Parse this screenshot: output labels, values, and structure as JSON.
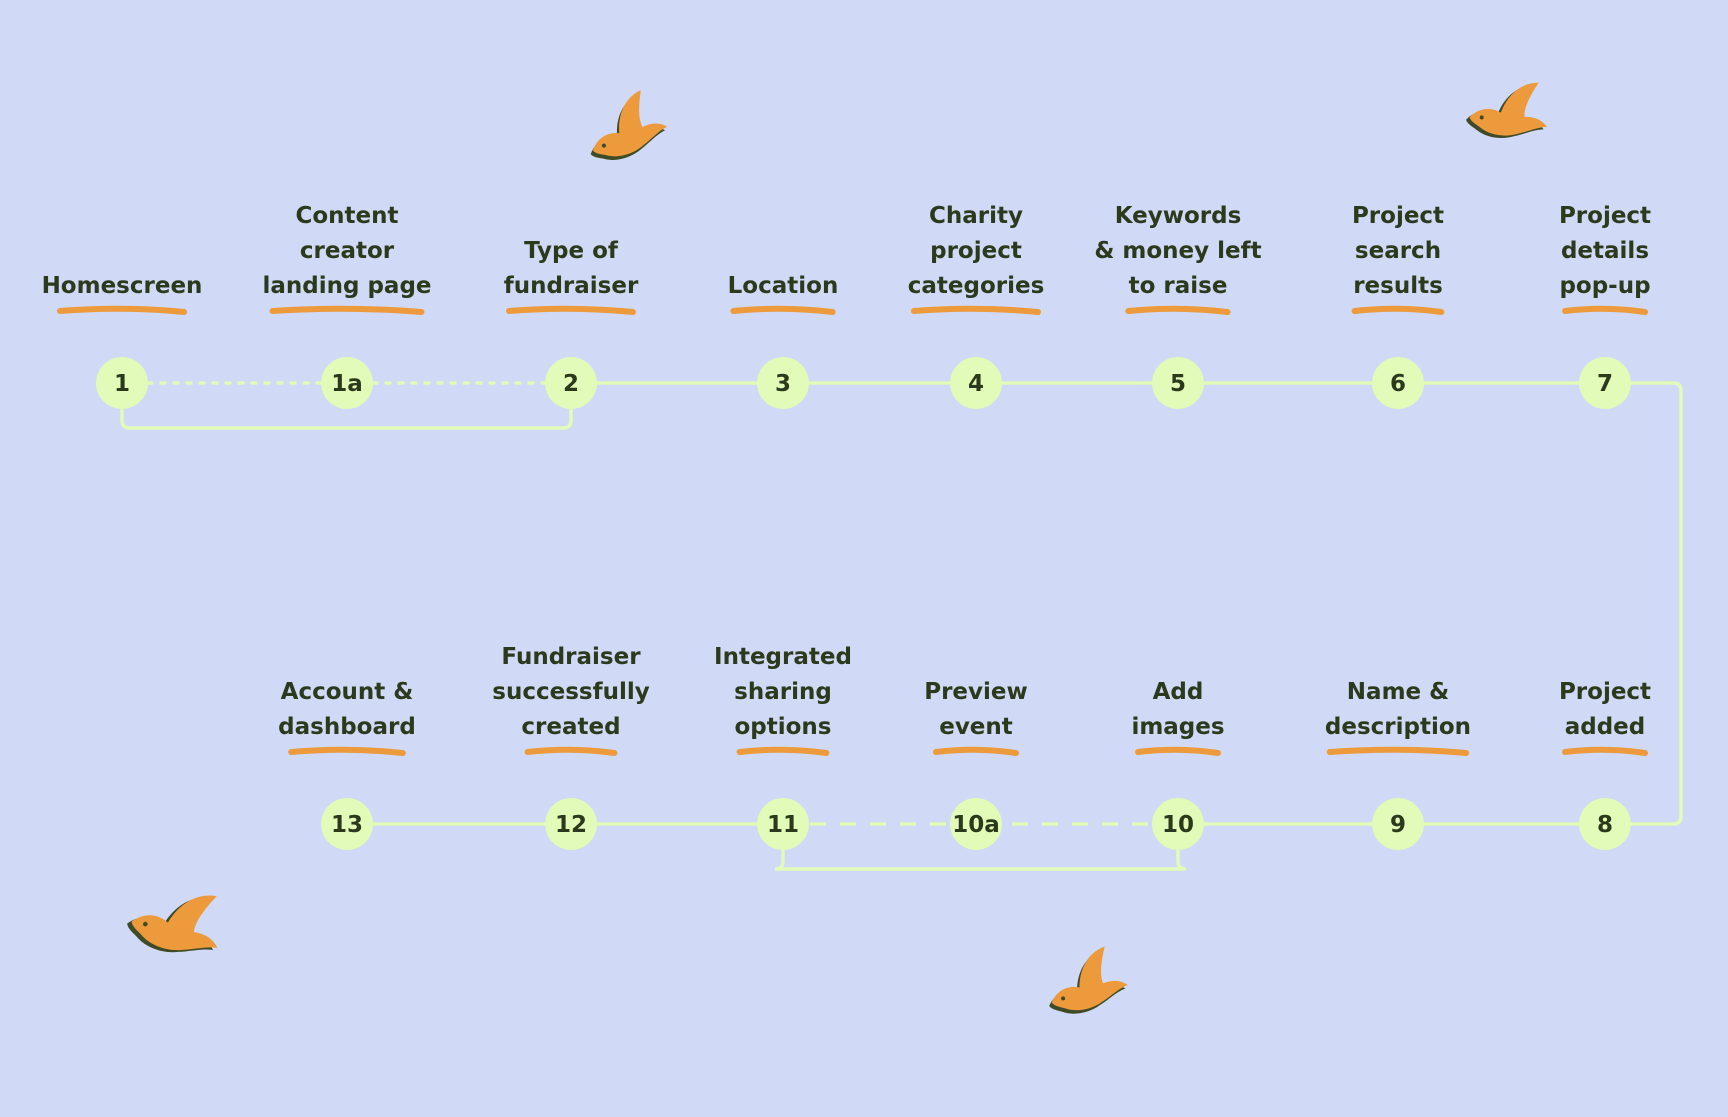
{
  "colors": {
    "background": "#d0d9f5",
    "node": "#e2fbb8",
    "connector": "#e2fbb8",
    "underline": "#ec9a3b",
    "text": "#2b3a1c",
    "bird": "#ec9a3b"
  },
  "steps": [
    {
      "id": "1",
      "label": [
        "Homescreen"
      ]
    },
    {
      "id": "1a",
      "label": [
        "Content",
        "creator",
        "landing page"
      ]
    },
    {
      "id": "2",
      "label": [
        "Type of",
        "fundraiser"
      ]
    },
    {
      "id": "3",
      "label": [
        "Location"
      ]
    },
    {
      "id": "4",
      "label": [
        "Charity",
        "project",
        "categories"
      ]
    },
    {
      "id": "5",
      "label": [
        "Keywords",
        "& money left",
        "to raise"
      ]
    },
    {
      "id": "6",
      "label": [
        "Project",
        "search",
        "results"
      ]
    },
    {
      "id": "7",
      "label": [
        "Project",
        "details",
        "pop-up"
      ]
    },
    {
      "id": "8",
      "label": [
        "Project",
        "added"
      ]
    },
    {
      "id": "9",
      "label": [
        "Name &",
        "description"
      ]
    },
    {
      "id": "10",
      "label": [
        "Add",
        "images"
      ]
    },
    {
      "id": "10a",
      "label": [
        "Preview",
        "event"
      ]
    },
    {
      "id": "11",
      "label": [
        "Integrated",
        "sharing",
        "options"
      ]
    },
    {
      "id": "12",
      "label": [
        "Fundraiser",
        "successfully",
        "created"
      ]
    },
    {
      "id": "13",
      "label": [
        "Account &",
        "dashboard"
      ]
    }
  ],
  "connections": [
    {
      "from": "1",
      "to": "1a",
      "style": "dotted"
    },
    {
      "from": "1a",
      "to": "2",
      "style": "dotted"
    },
    {
      "from": "1",
      "to": "2",
      "style": "solid-bypass"
    },
    {
      "from": "2",
      "to": "3",
      "style": "solid"
    },
    {
      "from": "3",
      "to": "4",
      "style": "solid"
    },
    {
      "from": "4",
      "to": "5",
      "style": "solid"
    },
    {
      "from": "5",
      "to": "6",
      "style": "solid"
    },
    {
      "from": "6",
      "to": "7",
      "style": "solid"
    },
    {
      "from": "7",
      "to": "8",
      "style": "solid-wrap"
    },
    {
      "from": "8",
      "to": "9",
      "style": "solid"
    },
    {
      "from": "9",
      "to": "10",
      "style": "solid"
    },
    {
      "from": "10",
      "to": "10a",
      "style": "dashed"
    },
    {
      "from": "10a",
      "to": "11",
      "style": "dashed"
    },
    {
      "from": "10",
      "to": "11",
      "style": "solid-bypass"
    },
    {
      "from": "11",
      "to": "12",
      "style": "solid"
    },
    {
      "from": "12",
      "to": "13",
      "style": "solid"
    }
  ],
  "decorations": [
    {
      "icon": "bird-icon"
    },
    {
      "icon": "bird-icon"
    },
    {
      "icon": "bird-icon"
    },
    {
      "icon": "bird-icon"
    }
  ]
}
